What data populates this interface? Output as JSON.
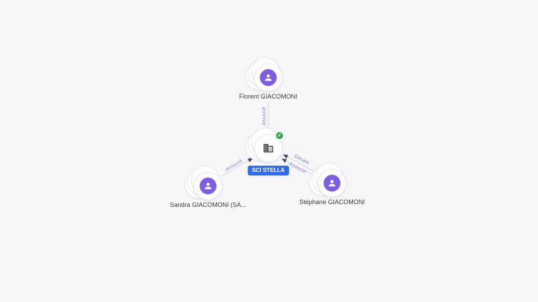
{
  "colors": {
    "background": "#f7f7f7",
    "avatar_purple": "#7d5ce6",
    "company_label_bg": "#2f6bf2",
    "badge_green": "#2fa84f",
    "edge_line": "#d6d6e0",
    "edge_label_associate": "#8b7cf6",
    "edge_label_manager": "#5a79f0",
    "arrow": "#44446b",
    "node_text": "#3c3c43",
    "company_icon": "#3d3d49"
  },
  "nodes": {
    "company": {
      "label": "SCI STELLA",
      "badge_glyph": "✓"
    },
    "florent": {
      "label": "Florent GIACOMONI"
    },
    "sandra": {
      "label": "Sandra GIACOMONI (SA..."
    },
    "stephane": {
      "label": "Stéphane GIACOMONI"
    }
  },
  "edges": [
    {
      "from": "Florent GIACOMONI",
      "to": "SCI STELLA",
      "label": "Associé"
    },
    {
      "from": "Sandra GIACOMONI",
      "to": "SCI STELLA",
      "label": "Associé"
    },
    {
      "from": "Stéphane GIACOMONI",
      "to": "SCI STELLA",
      "label": "Gérant"
    },
    {
      "from": "Stéphane GIACOMONI",
      "to": "SCI STELLA",
      "label": "Associé"
    }
  ]
}
